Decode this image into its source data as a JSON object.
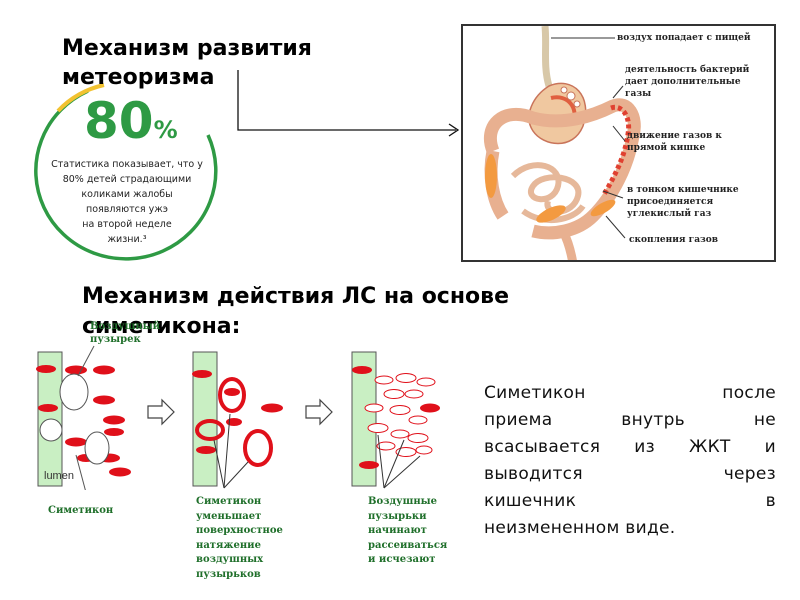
{
  "titles": {
    "mechanism_title": "Механизм развития метеоризма",
    "simethicone_title": "Механизм действия ЛС на основе симетикона:"
  },
  "statistic": {
    "value": "80",
    "unit": "%",
    "text_lines": [
      "Статистика показывает, что у",
      "80% детей страдающими",
      "коликами жалобы",
      "появляются ужэ",
      "на второй неделе",
      "жизни.³"
    ]
  },
  "intestine_figure": {
    "labels": {
      "air": "воздух попадает с пищей",
      "bacteria_1": "деятельность бактерий",
      "bacteria_2": "дает дополнительные",
      "bacteria_3": "газы",
      "movement_1": "движение газов к",
      "movement_2": "прямой кишке",
      "small_1": "в тонком кишечнике",
      "small_2": "присоединяется",
      "small_3": "углекислый газ",
      "accum": "скопления газов"
    }
  },
  "bubble_diagram": {
    "panel1": {
      "bubble_label_1": "Воздушный",
      "bubble_label_2": "пузырек",
      "lumen": "lumen",
      "caption": "Симетикон"
    },
    "panel2": {
      "caption_lines": [
        "Симетикон",
        "уменьшает",
        "поверхностное",
        "натяжение",
        "воздушных",
        "пузырьков"
      ]
    },
    "panel3": {
      "caption_lines": [
        "Воздушные",
        "пузырьки",
        "начинают",
        "рассеиваться",
        "и исчезают"
      ]
    }
  },
  "description": {
    "lines": [
      "Симетикон после",
      "приема внутрь не",
      "всасывается из ЖКТ и",
      "выводится через",
      "кишечник в",
      "неизмененном виде."
    ]
  },
  "colors": {
    "accent_green": "#2e9a44",
    "accent_yellow": "#f2c230",
    "bubble_red": "#e0101a",
    "panel_green": "#c9efc3"
  }
}
